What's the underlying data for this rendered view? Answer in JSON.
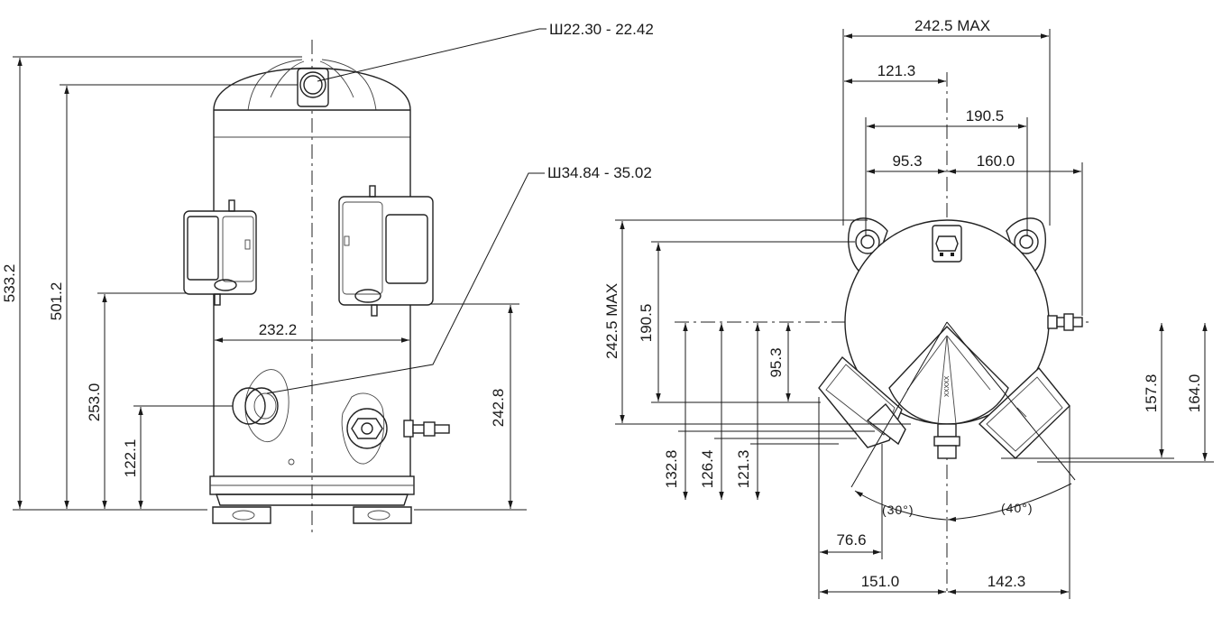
{
  "front_view": {
    "overall_height": "533.2",
    "suction_height": "501.2",
    "discharge_height": "253.0",
    "oil_port_height": "122.1",
    "right_fitting_height": "242.8",
    "body_diameter": "232.2",
    "suction_callout": "Ш22.30 - 22.42",
    "discharge_callout": "Ш34.84 - 35.02"
  },
  "top_view": {
    "max_width": "242.5 MAX",
    "half_width": "121.3",
    "mount_spacing": "190.5",
    "mount_half": "95.3",
    "right_fitting_offset": "160.0",
    "max_depth": "242.5 MAX",
    "mount_spacing_vertical": "190.5",
    "mount_half_vertical": "95.3",
    "box_offset_1": "132.8",
    "box_offset_2": "126.4",
    "box_offset_3": "121.3",
    "right_offset_1": "157.8",
    "right_offset_2": "164.0",
    "bottom_left_small": "76.6",
    "bottom_left": "151.0",
    "bottom_right": "142.3",
    "angle_left": "(30°)",
    "angle_right": "(40°)"
  }
}
